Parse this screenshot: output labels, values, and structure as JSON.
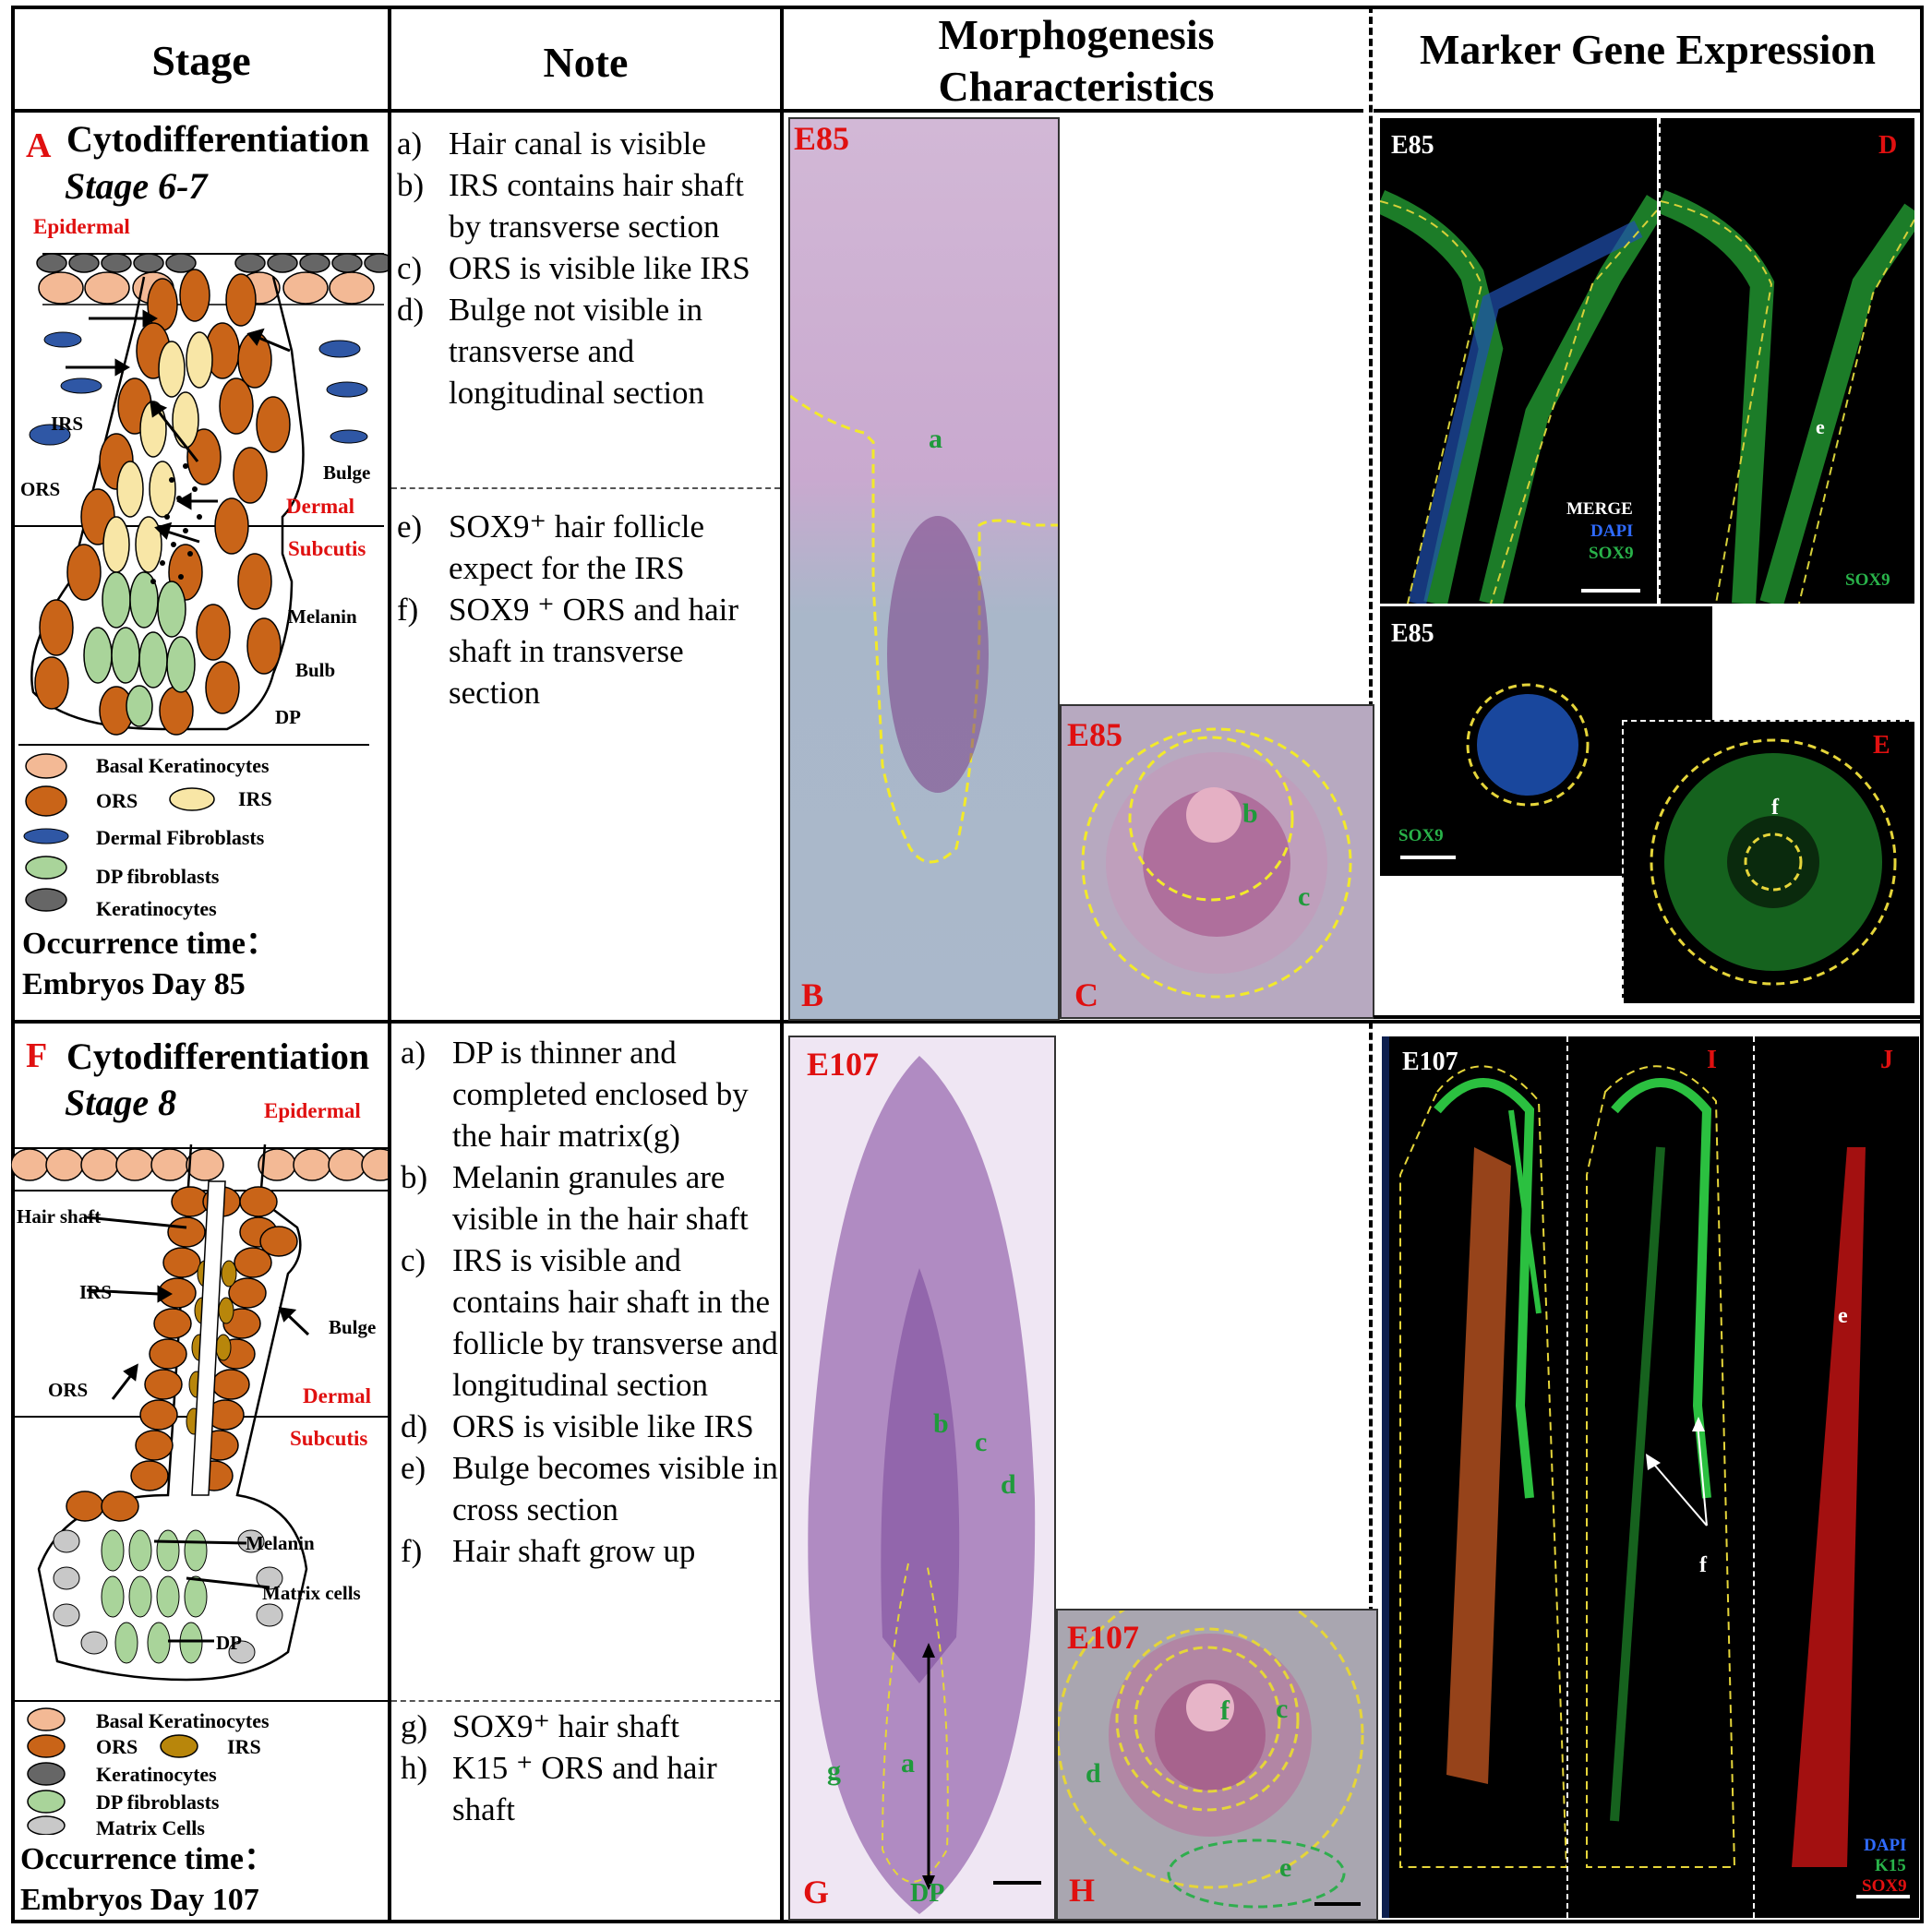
{
  "headers": {
    "stage": "Stage",
    "note": "Note",
    "morph_line1": "Morphogenesis",
    "morph_line2": "Characteristics",
    "marker": "Marker Gene Expression"
  },
  "rowA": {
    "panel_letter": "A",
    "title1": "Cytodifferentiation",
    "title2": "Stage 6-7",
    "diagram_labels": {
      "epidermal": "Epidermal",
      "irs": "IRS",
      "ors": "ORS",
      "bulge": "Bulge",
      "dermal": "Dermal",
      "subcutis": "Subcutis",
      "melanin": "Melanin",
      "bulb": "Bulb",
      "dp": "DP"
    },
    "legend": {
      "basal": "Basal Keratinocytes",
      "ors": "ORS",
      "irs": "IRS",
      "dermal_fib": "Dermal Fibroblasts",
      "dp_fib": "DP fibroblasts",
      "kera": "Keratinocytes"
    },
    "occurrence_label": "Occurrence time：",
    "occurrence_value": "Embryos Day 85",
    "notes": [
      {
        "k": "a)",
        "t": "Hair canal is visible"
      },
      {
        "k": "b)",
        "t": "IRS contains hair shaft by transverse section"
      },
      {
        "k": "c)",
        "t": "ORS is visible like IRS"
      },
      {
        "k": "d)",
        "t": " Bulge not visible in transverse and longitudinal section"
      }
    ],
    "notes2": [
      {
        "k": "e)",
        "t": "SOX9⁺ hair follicle expect for the IRS"
      },
      {
        "k": "f)",
        "t": "SOX9 ⁺ ORS and hair shaft in transverse section"
      }
    ],
    "img_B_tag": "E85",
    "img_B_letter": "B",
    "img_B_marker": "a",
    "img_C_tag": "E85",
    "img_C_letter": "C",
    "img_C_markers": [
      "b",
      "c"
    ],
    "fl_D_tag": "E85",
    "fl_D_letter": "D",
    "fl_D_legend": [
      "MERGE",
      "DAPI",
      "SOX9"
    ],
    "fl_D_sox9": "SOX9",
    "fl_D_marker": "e",
    "fl_E_tag": "E85",
    "fl_E_letter": "E",
    "fl_E_sox9": "SOX9",
    "fl_E_marker": "f"
  },
  "rowF": {
    "panel_letter": "F",
    "title1": "Cytodifferentiation",
    "title2": "Stage 8",
    "diagram_labels": {
      "epidermal": "Epidermal",
      "hair_shaft": "Hair shaft",
      "irs": "IRS",
      "ors": "ORS",
      "bulge": "Bulge",
      "dermal": "Dermal",
      "subcutis": "Subcutis",
      "melanin": "Melanin",
      "matrix": "Matrix cells",
      "dp": "DP"
    },
    "legend": {
      "basal": "Basal Keratinocytes",
      "ors": "ORS",
      "irs": "IRS",
      "kera": "Keratinocytes",
      "dp_fib": "DP fibroblasts",
      "matrix": "Matrix Cells"
    },
    "occurrence_label": "Occurrence time：",
    "occurrence_value": "Embryos Day 107",
    "notes": [
      {
        "k": "a)",
        "t": "DP is thinner and completed enclosed by the hair matrix(g)"
      },
      {
        "k": "b)",
        "t": "Melanin granules are visible in the hair shaft"
      },
      {
        "k": "c)",
        "t": "IRS is visible and contains hair shaft in the follicle by transverse and longitudinal section"
      },
      {
        "k": "d)",
        "t": "ORS is visible like IRS"
      },
      {
        "k": "e)",
        "t": "Bulge becomes visible in cross section"
      },
      {
        "k": "f)",
        "t": "Hair shaft grow up"
      }
    ],
    "notes2": [
      {
        "k": "g)",
        "t": "SOX9⁺ hair shaft"
      },
      {
        "k": "h)",
        "t": "K15 ⁺ ORS and hair shaft"
      }
    ],
    "img_G_tag": "E107",
    "img_G_letter": "G",
    "img_G_markers": [
      "b",
      "c",
      "d",
      "g",
      "a",
      "DP"
    ],
    "img_H_tag": "E107",
    "img_H_letter": "H",
    "img_H_markers": [
      "f",
      "c",
      "d",
      "e"
    ],
    "fl_tag": "E107",
    "fl_I_letter": "I",
    "fl_J_letter": "J",
    "fl_e_marker": "e",
    "fl_f_marker": "f",
    "fl_legend": [
      "DAPI",
      "K15",
      "SOX9"
    ]
  },
  "colors": {
    "red": "#e01010",
    "green_label": "#1f9a3b",
    "he_bg": "#b7a9c8",
    "fl_bg": "#000000"
  }
}
